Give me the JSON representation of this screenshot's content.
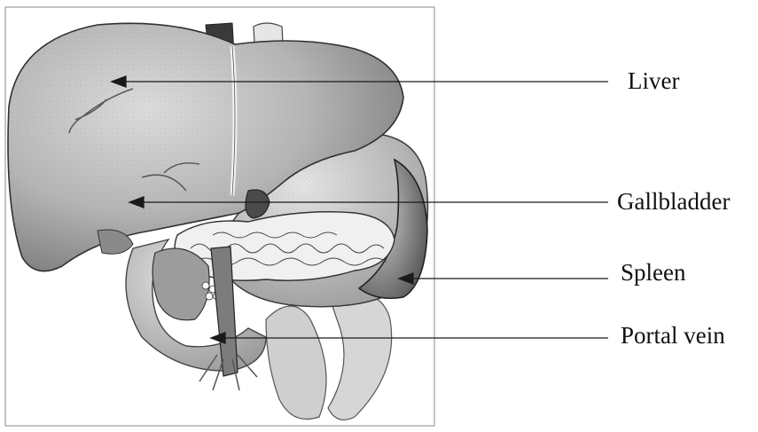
{
  "labels": {
    "liver": "Liver",
    "gallbladder": "Gallbladder",
    "spleen": "Spleen",
    "portal_vein": "Portal vein"
  },
  "colors": {
    "organ_fill": "#b9b9b9",
    "organ_dark": "#6f6f6f",
    "line": "#1a1a1a",
    "frame": "#8a8a8a"
  }
}
